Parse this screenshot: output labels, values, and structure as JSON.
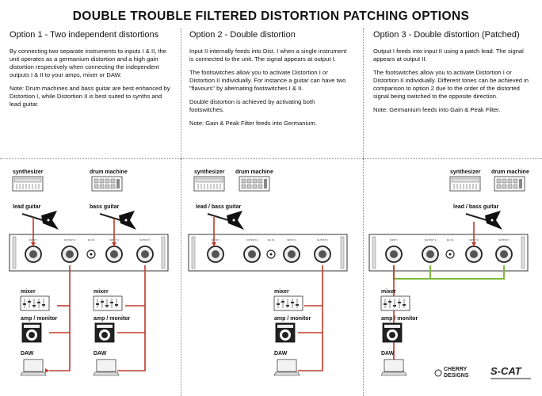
{
  "page": {
    "title": "DOUBLE TROUBLE FILTERED DISTORTION PATCHING OPTIONS"
  },
  "options": [
    {
      "heading": "Option 1 - Two independent distortions",
      "paragraphs": [
        "By connecting two separate instruments to inputs I & II, the unit operates as a germanium distortion and a high gain distortion respectively when connecting the independent outputs I & II to your amps, mixer or DAW.",
        "Note: Drum machines and bass guitar are best enhanced by Distortion I, while Distortion II is best suited to synths and lead guitar."
      ],
      "sources": [
        "synthesizer",
        "drum machine"
      ],
      "instruments": [
        "lead guitar",
        "bass guitar"
      ],
      "destinations": [
        "mixer",
        "amp / monitor",
        "DAW"
      ]
    },
    {
      "heading": "Option 2 - Double distortion",
      "paragraphs": [
        "Input II internally feeds into Dist. I when a single instrument is connected to the unit. The signal appears at output I.",
        "The footswitches allow you to activate Distortion I or Distortion II individually. For instance a guitar can have two \"flavours\" by alternating footswitches I & II.",
        "Double distortion is achieved by activating both footswitches.",
        "Note: Gain & Peak Filter feeds into Germanium."
      ],
      "sources": [
        "synthesizer",
        "drum machine"
      ],
      "instruments": [
        "lead / bass guitar"
      ],
      "destinations": [
        "mixer",
        "amp / monitor",
        "DAW"
      ]
    },
    {
      "heading": "Option 3 - Double distortion (Patched)",
      "paragraphs": [
        "Output I feeds into input II using a patch lead. The signal appears at output II.",
        "The footswitches allow you to activate Distortion I or Distortion II individually. Different tones can be achieved in comparison to option 2 due to the order of the distorted signal being switched to the opposite direction.",
        "Note: Germanium feeds into Gain & Peak Filter."
      ],
      "sources": [
        "synthesizer",
        "drum machine"
      ],
      "instruments": [
        "lead / bass guitar"
      ],
      "destinations": [
        "mixer",
        "amp / monitor",
        "DAW"
      ]
    }
  ],
  "panel_labels": [
    "INPUT I",
    "OUTPUT II",
    "DC IN",
    "INPUT II",
    "OUTPUT I"
  ],
  "colors": {
    "cable": "#c0392b",
    "patch": "#7dbb3c",
    "text": "#111111"
  },
  "logos": {
    "left": "CHERRY DESIGNS",
    "right": "S-CAT"
  }
}
